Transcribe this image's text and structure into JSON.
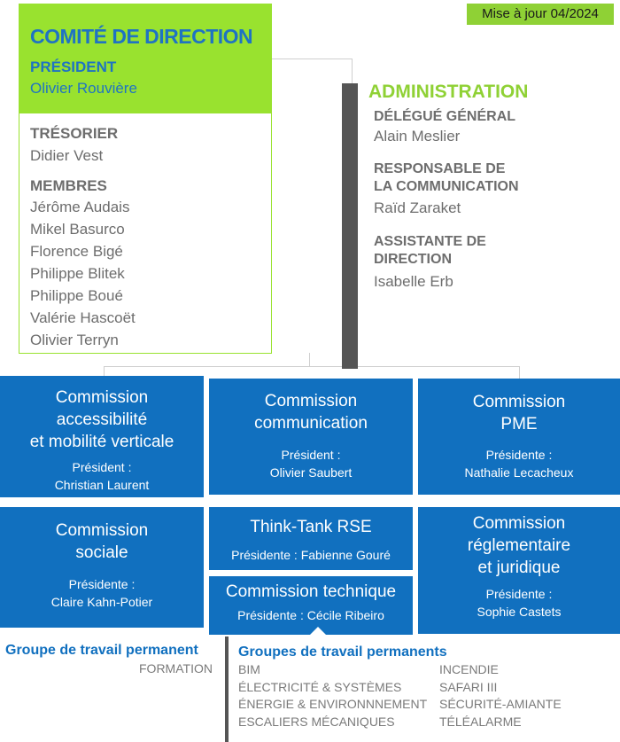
{
  "badge": "Mise à jour 04/2024",
  "comite": {
    "title": "COMITÉ DE DIRECTION",
    "president_label": "PRÉSIDENT",
    "president_name": "Olivier Rouvière",
    "tresorier_label": "TRÉSORIER",
    "tresorier_name": "Didier Vest",
    "membres_label": "MEMBRES",
    "membres": [
      "Jérôme Audais",
      "Mikel Basurco",
      "Florence Bigé",
      "Philippe Blitek",
      "Philippe Boué",
      "Valérie Hascoët",
      "Olivier Terryn"
    ]
  },
  "administration": {
    "title": "ADMINISTRATION",
    "roles": [
      {
        "label": [
          "DÉLÉGUÉ GÉNÉRAL"
        ],
        "name": "Alain Meslier"
      },
      {
        "label": [
          "RESPONSABLE DE",
          "LA COMMUNICATION"
        ],
        "name": "Raïd Zaraket"
      },
      {
        "label": [
          "ASSISTANTE DE",
          "DIRECTION"
        ],
        "name": "Isabelle Erb"
      }
    ]
  },
  "commissions": {
    "accessibilite": {
      "title": [
        "Commission",
        "accessibilité",
        "et mobilité verticale"
      ],
      "role": "Président :",
      "name": "Christian Laurent"
    },
    "communication": {
      "title": [
        "Commission",
        "communication"
      ],
      "role": "Président :",
      "name": "Olivier Saubert"
    },
    "pme": {
      "title": [
        "Commission",
        "PME"
      ],
      "role": "Présidente :",
      "name": "Nathalie Lecacheux"
    },
    "sociale": {
      "title": [
        "Commission",
        "sociale"
      ],
      "role": "Présidente :",
      "name": "Claire Kahn-Potier"
    },
    "rse": {
      "title": "Think-Tank RSE",
      "line": "Présidente : Fabienne Gouré"
    },
    "technique": {
      "title": "Commission technique",
      "line": "Présidente : Cécile Ribeiro"
    },
    "reglementaire": {
      "title": [
        "Commission",
        "réglementaire",
        "et juridique"
      ],
      "role": "Présidente :",
      "name": "Sophie Castets"
    }
  },
  "groupe_permanent": {
    "title": "Groupe de travail permanent",
    "items": [
      "FORMATION"
    ]
  },
  "groupes_permanents": {
    "title": "Groupes de travail permanents",
    "col1": [
      "BIM",
      "ÉLECTRICITÉ & SYSTÈMES",
      "ÉNERGIE & ENVIRONNNEMENT",
      "ESCALIERS MÉCANIQUES"
    ],
    "col2": [
      "INCENDIE",
      "SAFARI III",
      "SÉCURITÉ-AMIANTE",
      "TÉLÉALARME"
    ]
  }
}
